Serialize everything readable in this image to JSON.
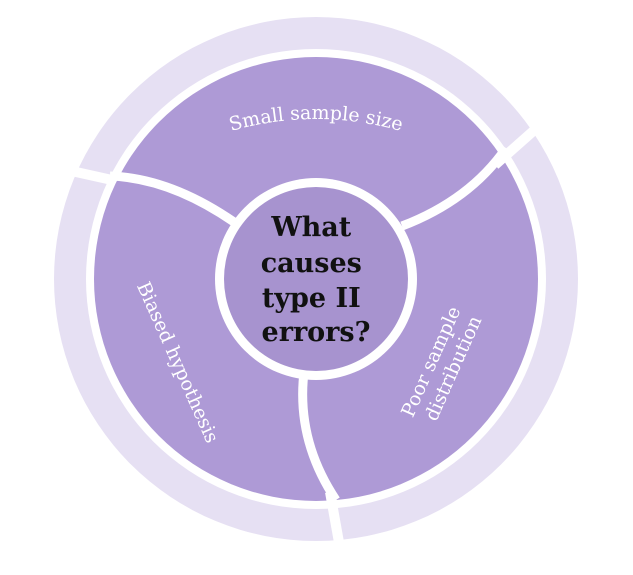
{
  "center": {
    "lines": [
      "What",
      "causes",
      "type II",
      "errors?"
    ]
  },
  "segments": [
    {
      "label": "Small sample size"
    },
    {
      "label": "Poor sample distribution",
      "lines": [
        "Poor sample",
        "distribution"
      ]
    },
    {
      "label": "Biased hypothesis"
    }
  ],
  "colors": {
    "outer_ring": "#e6e0f3",
    "segment": "#ae9ad6",
    "center": "#a793cf",
    "divider": "#ffffff",
    "center_text": "#111111",
    "segment_text": "#ffffff"
  }
}
